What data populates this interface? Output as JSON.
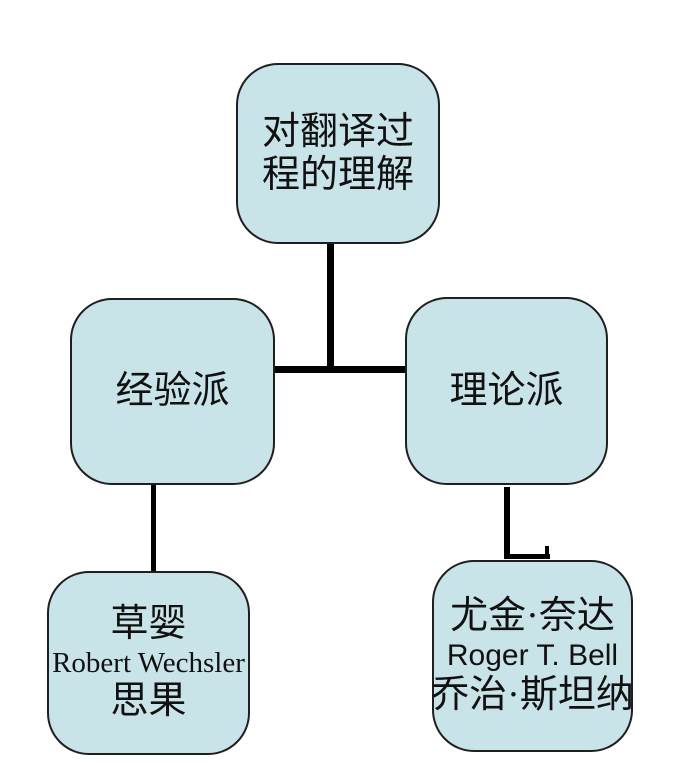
{
  "diagram": {
    "title_semantic": "translation-process-schools-flowchart",
    "colors": {
      "background": "#ffffff",
      "node_fill": "#c8e4e9",
      "node_border": "#1f1f1f",
      "connector": "#000000",
      "text": "#111111"
    },
    "nodes": {
      "root": {
        "lines": [
          "对翻译过",
          "程的理解"
        ],
        "full_text": "对翻译过程的理解"
      },
      "left": {
        "label": "经验派"
      },
      "right": {
        "label": "理论派"
      },
      "left_child": {
        "lines": [
          "草婴",
          "Robert Wechsler",
          "思果"
        ]
      },
      "right_child": {
        "lines": [
          "尤金·奈达",
          "Roger T. Bell",
          "乔治·斯坦纳"
        ]
      }
    },
    "edges": [
      {
        "from": "root",
        "to": "branch-point"
      },
      {
        "from": "branch-point",
        "to": "left"
      },
      {
        "from": "branch-point",
        "to": "right"
      },
      {
        "from": "left",
        "to": "left_child"
      },
      {
        "from": "right",
        "to": "right_child"
      }
    ]
  }
}
